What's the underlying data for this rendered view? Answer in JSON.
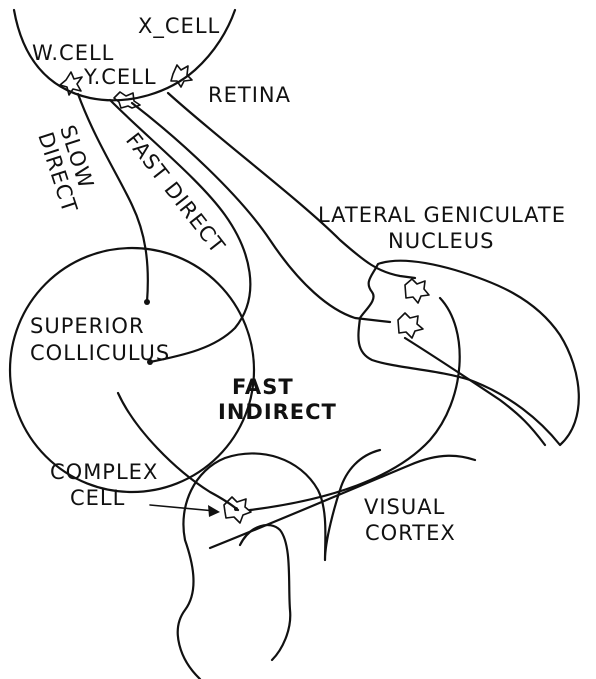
{
  "labels": {
    "x_cell": "X_CELL",
    "w_cell": "W.CELL",
    "y_cell": "Y.CELL",
    "retina": "RETINA",
    "slow": "SLOW",
    "direct_slow": "DIRECT",
    "fast_direct": "FAST DIRECT",
    "lgn_line1": "LATERAL GENICULATE",
    "lgn_line2": "NUCLEUS",
    "sc_line1": "SUPERIOR",
    "sc_line2": "COLLICULUS",
    "fast": "FAST",
    "indirect": "INDIRECT",
    "complex": "COMPLEX",
    "cell": "CELL",
    "visual": "VISUAL",
    "cortex": "CORTEX"
  }
}
